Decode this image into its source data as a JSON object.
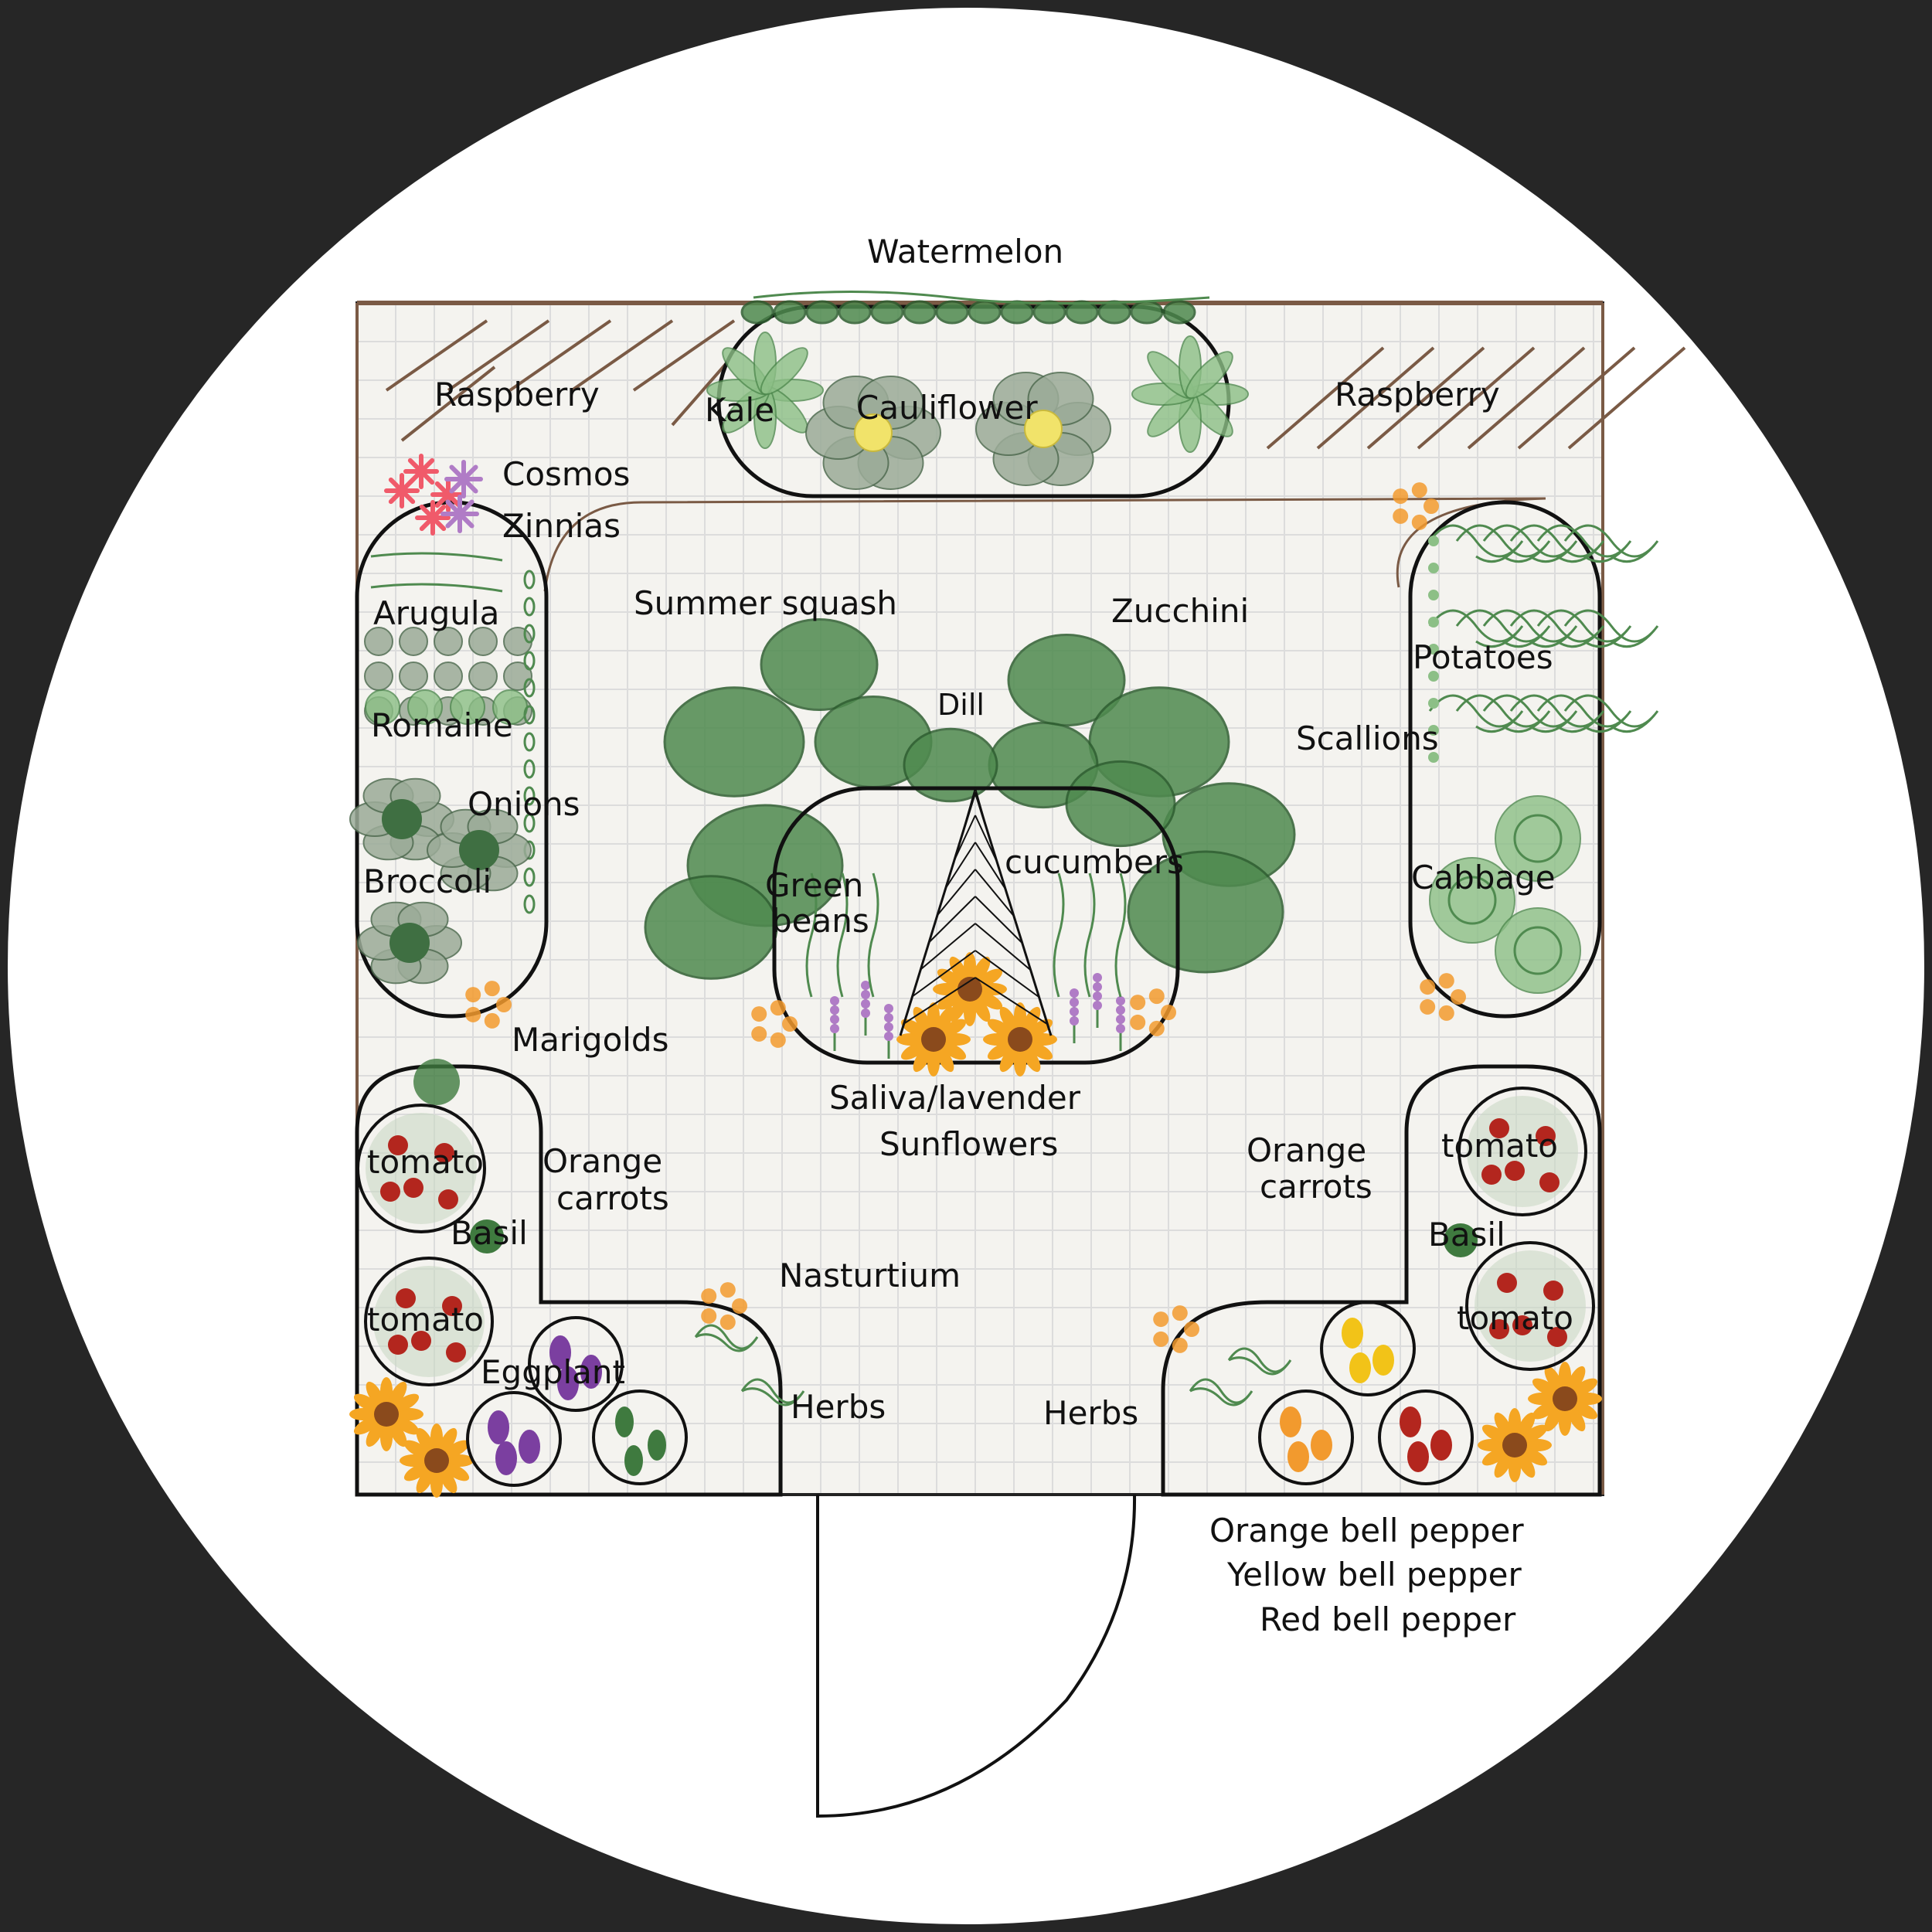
{
  "title": "Watermelon",
  "labels": {
    "watermelon": "Watermelon",
    "raspberry_left": "Raspberry",
    "raspberry_right": "Raspberry",
    "kale": "Kale",
    "cauliflower": "Cauliflower",
    "cosmos": "Cosmos",
    "zinnias": "Zinnias",
    "arugula": "Arugula",
    "romaine": "Romaine",
    "onions": "Onions",
    "broccoli": "Broccoli",
    "summer_squash": "Summer squash",
    "zucchini": "Zucchini",
    "dill": "Dill",
    "scallions": "Scallions",
    "potatoes": "Potatoes",
    "cabbage": "Cabbage",
    "green_beans_1": "Green",
    "green_beans_2": "beans",
    "cucumbers": "cucumbers",
    "marigolds": "Marigolds",
    "saliva_lavender": "Saliva/lavender",
    "sunflowers": "Sunflowers",
    "tomato_l1": "tomato",
    "tomato_l2": "tomato",
    "tomato_r1": "tomato",
    "tomato_r2": "tomato",
    "basil_left": "Basil",
    "basil_right": "Basil",
    "orange_carrots_l1": "Orange",
    "orange_carrots_l2": "carrots",
    "orange_carrots_r1": "Orange",
    "orange_carrots_r2": "carrots",
    "nasturtium": "Nasturtium",
    "eggplant": "Eggplant",
    "herbs_left": "Herbs",
    "herbs_right": "Herbs",
    "orange_bell_pepper": "Orange bell pepper",
    "yellow_bell_pepper": "Yellow bell pepper",
    "red_bell_pepper": "Red bell pepper"
  },
  "colors": {
    "background": "#262626",
    "circle": "#ffffff",
    "plot": "#f4f3ef",
    "fence": "#7a5a45",
    "foliage": "#4f8a4f",
    "tomato": "#b3261e",
    "eggplant": "#7b3fa0",
    "marigold": "#f29a2e",
    "sunflower": "#f5a623",
    "lavender": "#b07cc6",
    "cosmos": "#f05a6a",
    "yellow_pepper": "#f2c318"
  },
  "icons": [
    "sunflower-icon",
    "marigold-icon",
    "tomato-icon",
    "eggplant-icon",
    "cabbage-icon",
    "trellis-icon",
    "gate-icon"
  ]
}
